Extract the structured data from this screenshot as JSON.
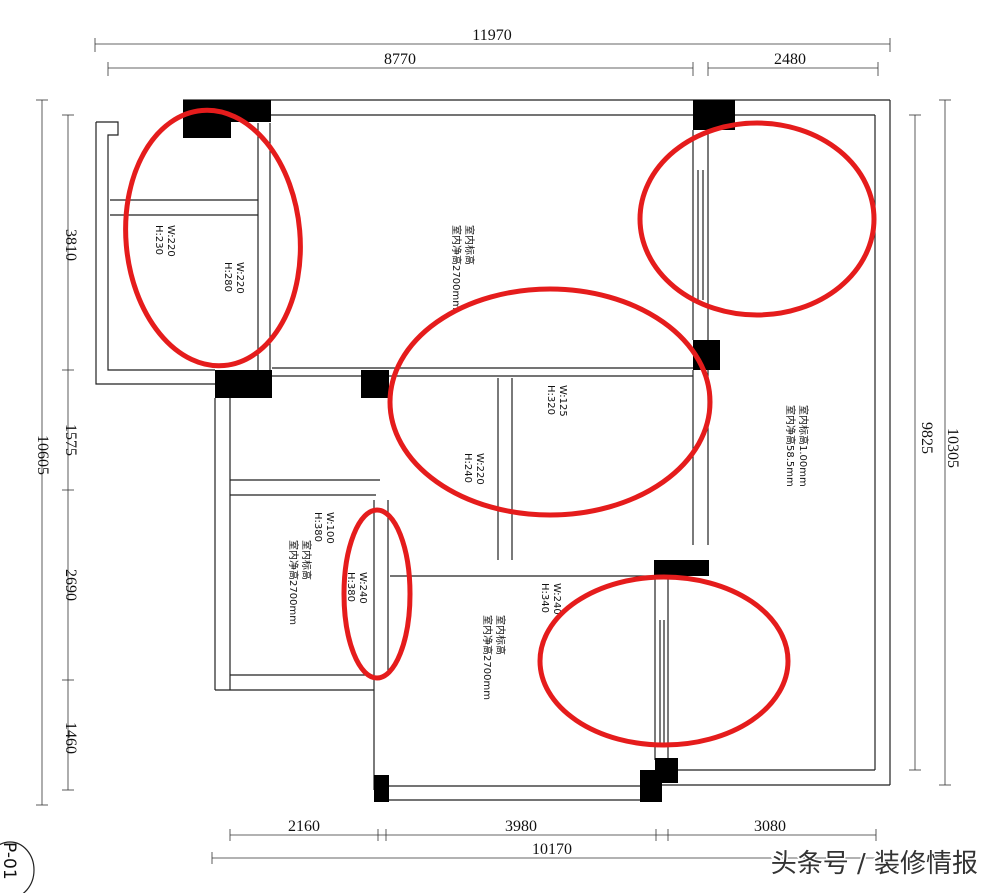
{
  "dimensions": {
    "top_total": "11970",
    "top_left": "8770",
    "top_right": "2480",
    "left_top": "3810",
    "left_total": "10605",
    "left_mid": "1575",
    "left_mid2": "2690",
    "left_bottom": "1460",
    "right_outer": "10305",
    "right_inner": "9825",
    "bottom_left": "2160",
    "bottom_mid": "3980",
    "bottom_right": "3080",
    "bottom_total": "10170"
  },
  "openings": {
    "o1_w": "W:220",
    "o1_h": "H:230",
    "o2_w": "W:220",
    "o2_h": "H:280",
    "o3_w": "W:125",
    "o3_h": "H:320",
    "o4_w": "W:220",
    "o4_h": "H:240",
    "o5_w": "W:100",
    "o5_h": "H:380",
    "o6_w": "W:240",
    "o6_h": "H:380",
    "o7_w": "W:240",
    "o7_h": "H:340"
  },
  "rooms": {
    "r1_a": "室内标高",
    "r1_b": "室内净高2700mm",
    "r2_a": "室内标高1.00mm",
    "r2_b": "室内净高58.5mm",
    "r3_a": "室内标高",
    "r3_b": "室内净高2700mm",
    "r4_a": "室内标高",
    "r4_b": "室内净高2700mm"
  },
  "sheet_label": "P-01",
  "watermark": "头条号 / 装修情报",
  "colors": {
    "annotation": "#e51c1c",
    "walls": "#222222",
    "columns": "#000000"
  }
}
